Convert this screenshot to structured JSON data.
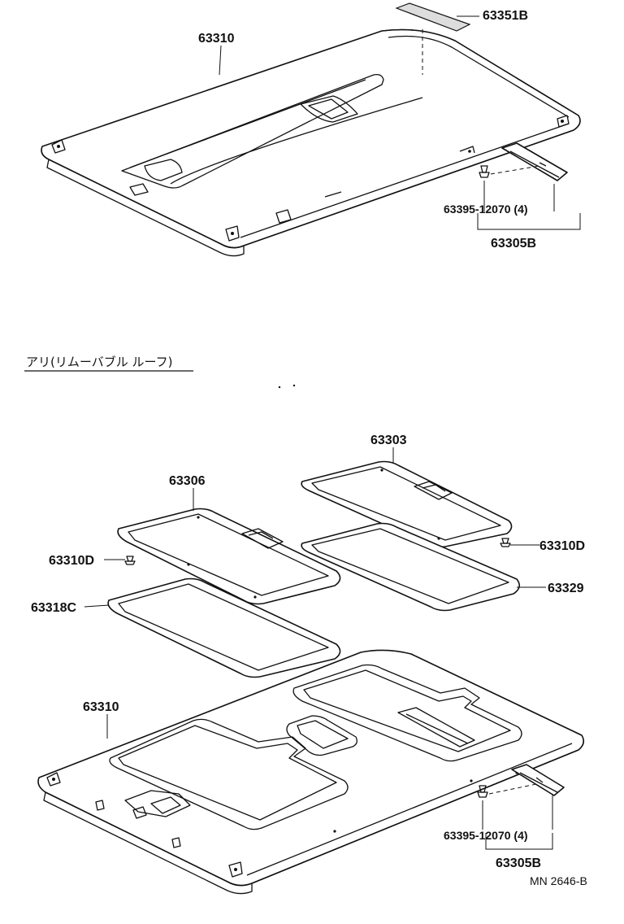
{
  "diagram": {
    "top_section": {
      "labels": {
        "headliner": "63310",
        "pad": "63351B",
        "screw": "63395-12070 (4)",
        "rail": "63305B"
      }
    },
    "section_title": "アリ(リムーバブル ルーフ)",
    "bottom_section": {
      "labels": {
        "frame_front": "63306",
        "frame_rear": "63303",
        "clip_left": "63310D",
        "clip_right": "63310D",
        "weatherstrip_front": "63318C",
        "weatherstrip_rear": "63329",
        "headliner": "63310",
        "screw": "63395-12070 (4)",
        "rail": "63305B"
      }
    },
    "drawing_number": "MN 2646-B"
  }
}
